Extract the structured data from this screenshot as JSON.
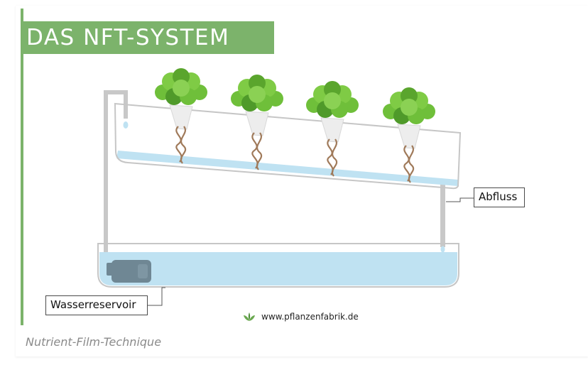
{
  "title": "DAS NFT-SYSTEM",
  "labels": {
    "drain": "Abfluss",
    "reservoir": "Wasserreservoir"
  },
  "website": "www.pflanzenfabrik.de",
  "caption": "Nutrient-Film-Technique",
  "plant_count": 4,
  "colors": {
    "accent": "#7cb36b",
    "water": "#bfe2f2",
    "pipe": "#c8c8c8",
    "leaf": "#6fbf3a",
    "root": "#a07a5a"
  }
}
